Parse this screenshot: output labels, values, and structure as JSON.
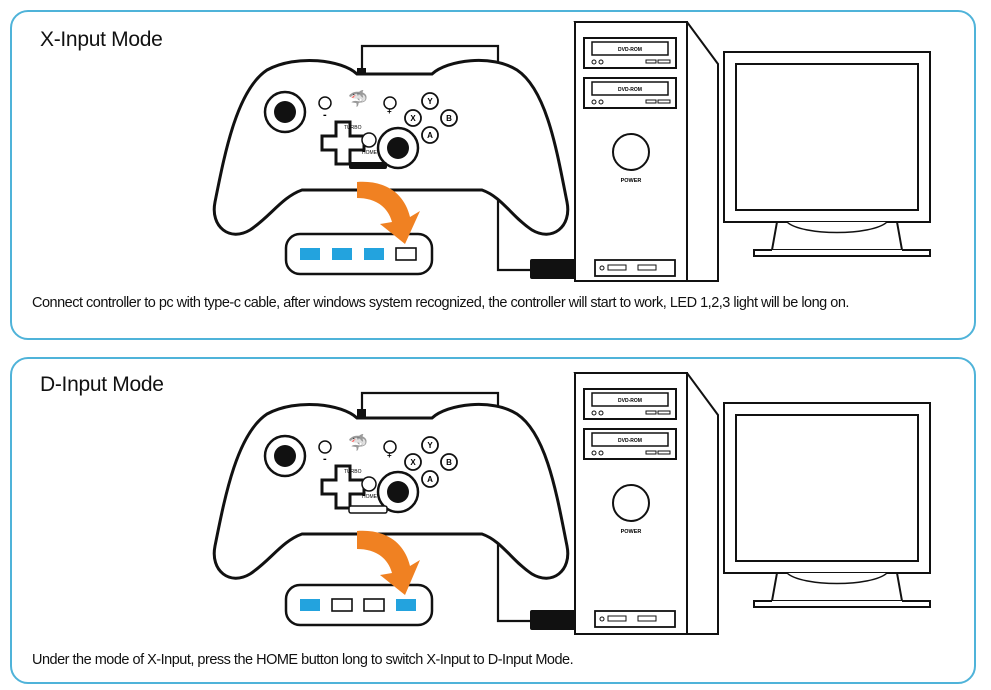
{
  "panels": [
    {
      "title": "X-Input Mode",
      "caption": "Connect controller to pc with type-c cable, after windows system recognized, the controller will start to  work, LED 1,2,3 light will be long on.",
      "leds": [
        "on",
        "on",
        "on",
        "off"
      ]
    },
    {
      "title": "D-Input Mode",
      "caption": "Under the mode of X-Input, press the HOME button long to switch X-Input to D-Input Mode.",
      "leds": [
        "on",
        "off",
        "off",
        "on"
      ]
    }
  ],
  "controller": {
    "turbo_label": "TURBO",
    "home_label": "HOME",
    "face_buttons": [
      "Y",
      "X",
      "B",
      "A"
    ],
    "minus_label": "-",
    "plus_label": "+"
  },
  "pc": {
    "drive_label": "DVD-ROM",
    "power_label": "POWER"
  },
  "colors": {
    "panel_border": "#4fb3d9",
    "led_on": "#23a3de",
    "arrow": "#f08122"
  }
}
